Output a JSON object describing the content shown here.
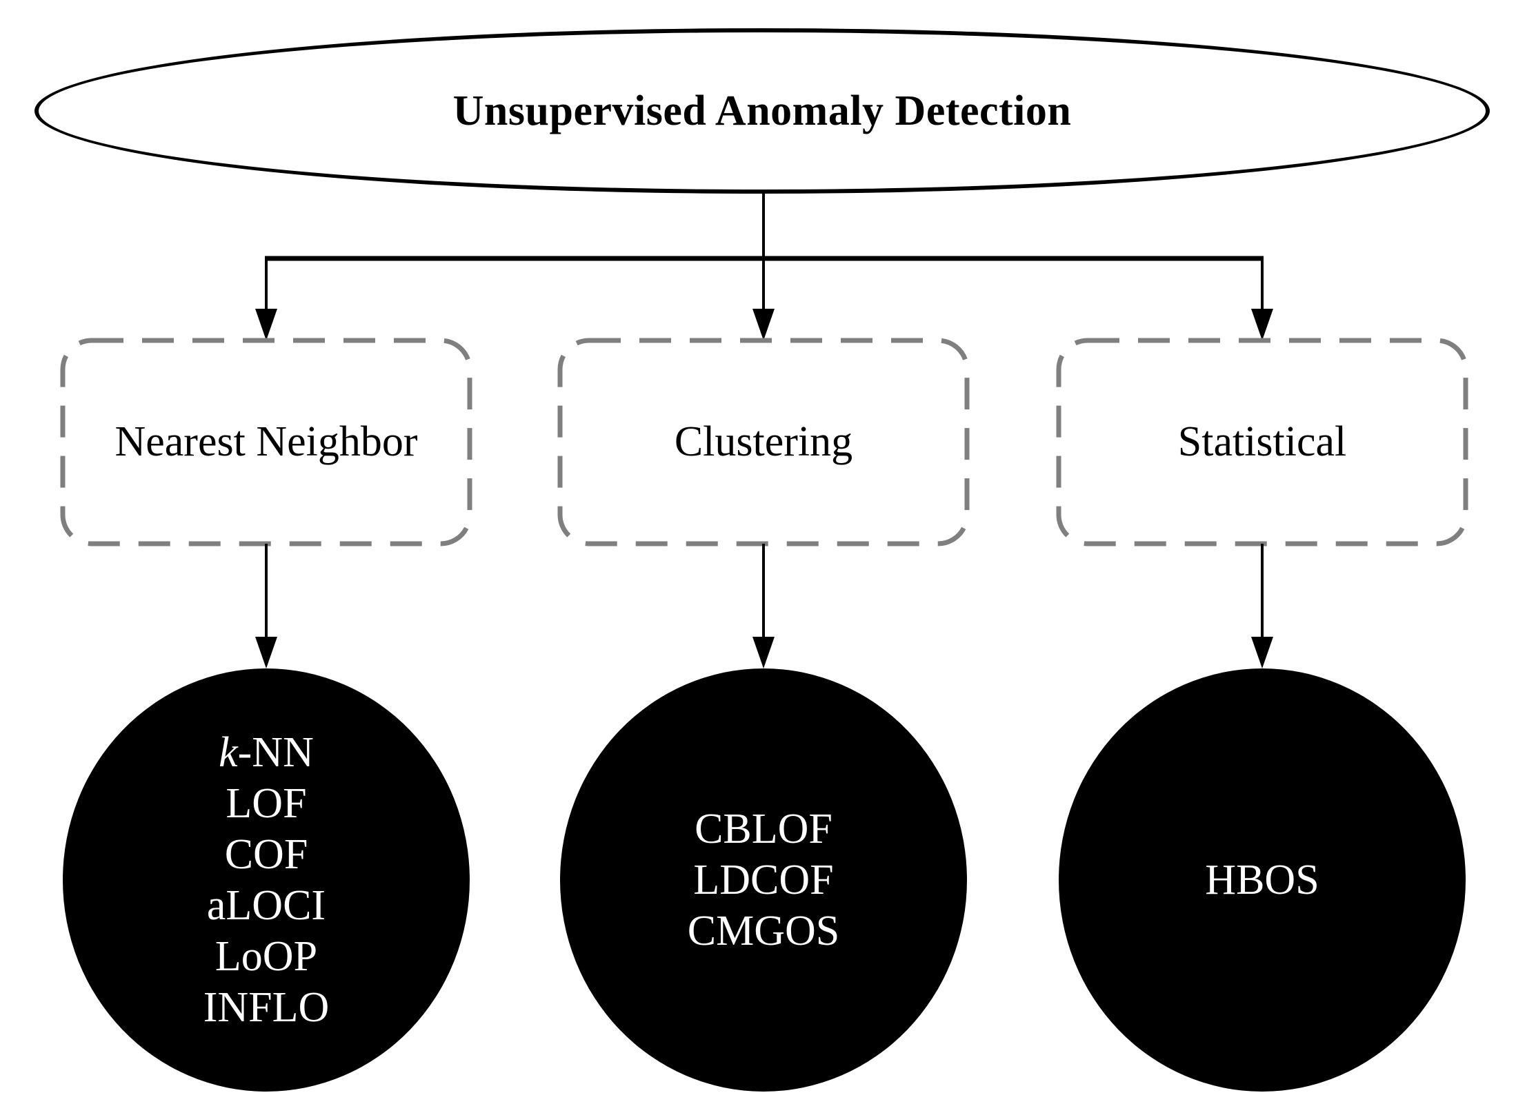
{
  "title": "Unsupervised Anomaly Detection",
  "categories": [
    {
      "label": "Nearest Neighbor"
    },
    {
      "label": "Clustering"
    },
    {
      "label": "Statistical"
    }
  ],
  "algorithm_groups": [
    {
      "lines": [
        {
          "italic": "k",
          "text": "-NN"
        },
        {
          "text": "LOF"
        },
        {
          "text": "COF"
        },
        {
          "text": "aLOCI"
        },
        {
          "text": "LoOP"
        },
        {
          "text": "INFLO"
        }
      ]
    },
    {
      "lines": [
        {
          "text": "CBLOF"
        },
        {
          "text": "LDCOF"
        },
        {
          "text": "CMGOS"
        }
      ]
    },
    {
      "lines": [
        {
          "text": "HBOS"
        }
      ]
    }
  ],
  "colors": {
    "background": "#ffffff",
    "node_fill": "#000000",
    "node_text": "#ffffff",
    "outline": "#000000",
    "dashed_border": "#7f7f7f"
  }
}
